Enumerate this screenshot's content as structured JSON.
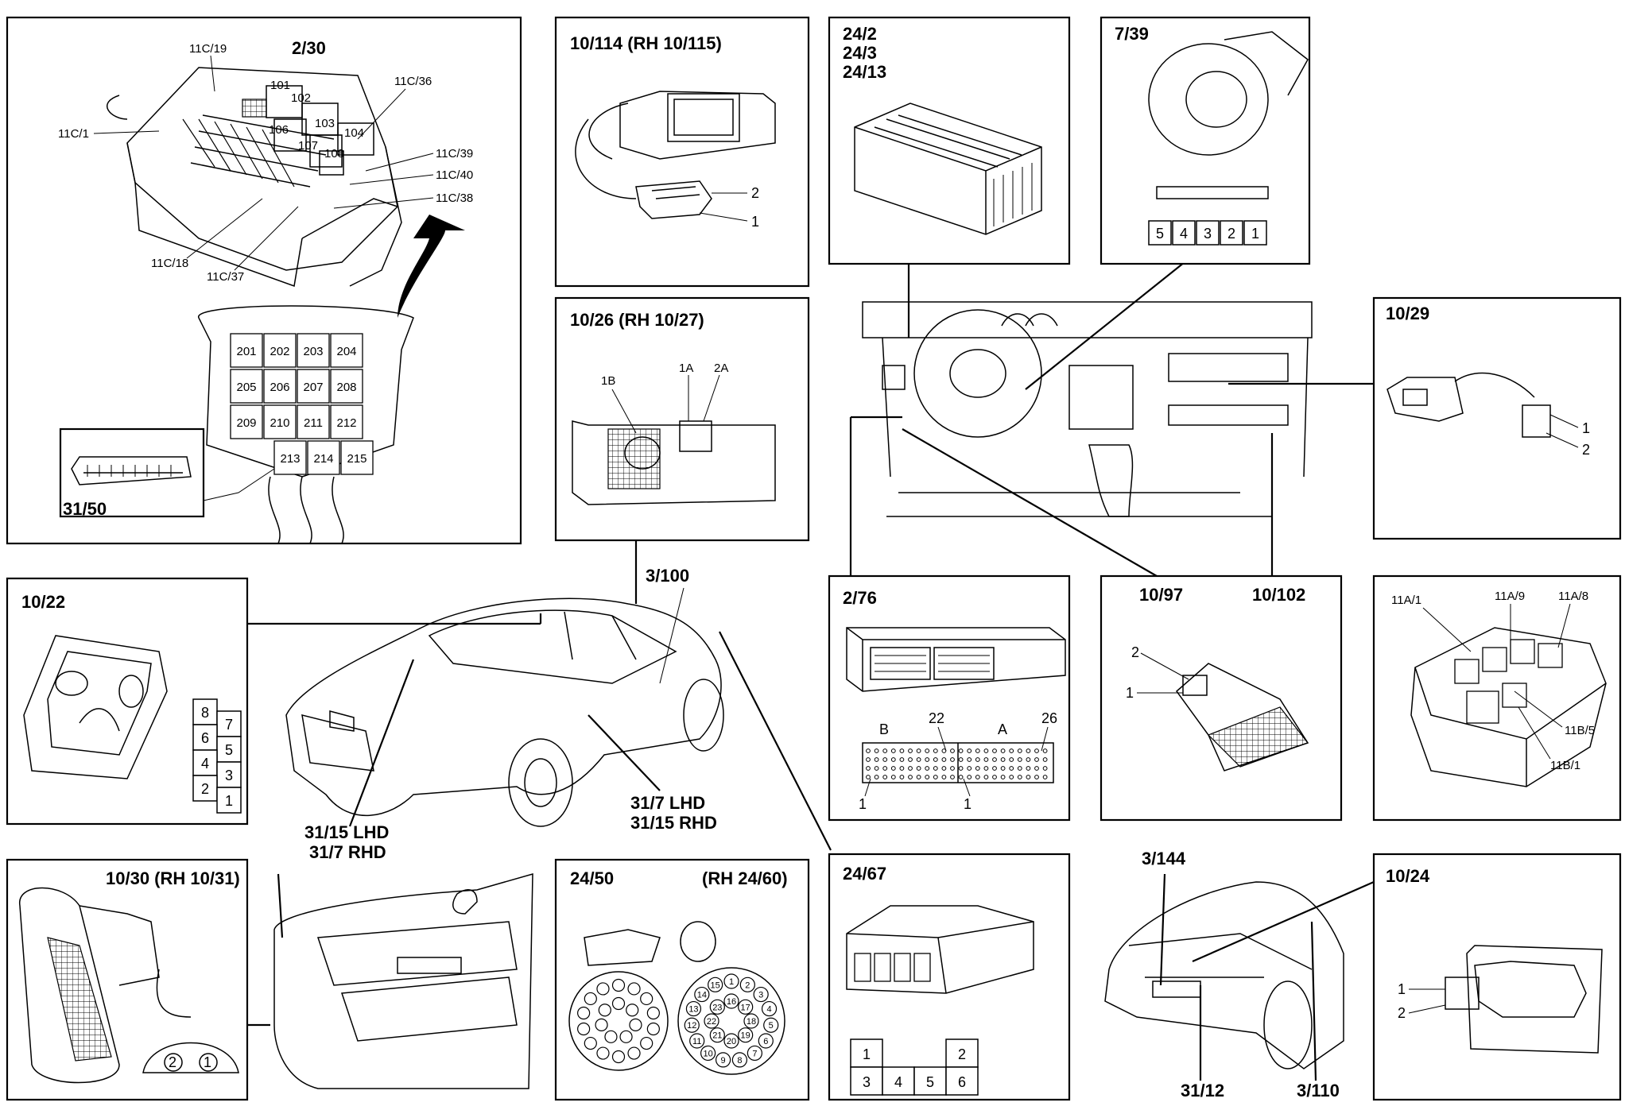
{
  "panels": {
    "fusebox_main": {
      "title": "2/30",
      "callouts": [
        "11C/19",
        "11C/1",
        "11C/36",
        "11C/39",
        "11C/40",
        "11C/38",
        "11C/18",
        "11C/37"
      ],
      "relays_top": [
        "101",
        "102",
        "103",
        "104",
        "106",
        "107",
        "108"
      ],
      "relays": [
        "201",
        "202",
        "203",
        "204",
        "205",
        "206",
        "207",
        "208",
        "209",
        "210",
        "211",
        "212",
        "213",
        "214",
        "215"
      ],
      "inset": "31/50"
    },
    "sun_visor": {
      "title": "10/114 (RH 10/115)",
      "pins": [
        "2",
        "1"
      ]
    },
    "control_module": {
      "lines": [
        "24/2",
        "24/3",
        "24/13"
      ]
    },
    "ignition_switch": {
      "title": "7/39",
      "pins": [
        "5",
        "4",
        "3",
        "2",
        "1"
      ]
    },
    "reading_lamp": {
      "title": "10/26 (RH 10/27)",
      "callouts": [
        "1B",
        "1A",
        "2A"
      ]
    },
    "glovebox_lamp": {
      "title": "10/29",
      "pins": [
        "1",
        "2"
      ]
    },
    "courtesy_lamp": {
      "title": "10/22",
      "pins": [
        "8",
        "7",
        "6",
        "5",
        "4",
        "3",
        "2",
        "1"
      ]
    },
    "car_side": {
      "callouts": [
        "3/100",
        "31/15 LHD",
        "31/7 RHD",
        "31/7 LHD",
        "31/15 RHD"
      ]
    },
    "ecu": {
      "title": "2/76",
      "labels": [
        "B",
        "22",
        "A",
        "26",
        "1",
        "1"
      ]
    },
    "footwell_lamp": {
      "titles": [
        "10/97",
        "10/102"
      ],
      "pins": [
        "2",
        "1"
      ]
    },
    "relay_box": {
      "callouts": [
        "11A/1",
        "11A/9",
        "11A/8",
        "11B/5",
        "11B/1"
      ]
    },
    "side_marker": {
      "title": "10/30 (RH 10/31)",
      "pins": [
        "2",
        "1"
      ]
    },
    "door_connector": {
      "title": "24/50",
      "title_rh": "(RH 24/60)",
      "pins": [
        "1",
        "2",
        "3",
        "4",
        "5",
        "6",
        "7",
        "8",
        "9",
        "10",
        "11",
        "12",
        "13",
        "14",
        "15",
        "16",
        "17",
        "18",
        "19",
        "20",
        "21",
        "22",
        "23"
      ]
    },
    "connector_6pin": {
      "title": "24/67",
      "pins": [
        "1",
        "2",
        "3",
        "4",
        "5",
        "6"
      ]
    },
    "car_rear": {
      "callouts": [
        "3/144",
        "31/12",
        "3/110"
      ]
    },
    "trunk_lamp": {
      "title": "10/24",
      "pins": [
        "1",
        "2"
      ]
    }
  }
}
